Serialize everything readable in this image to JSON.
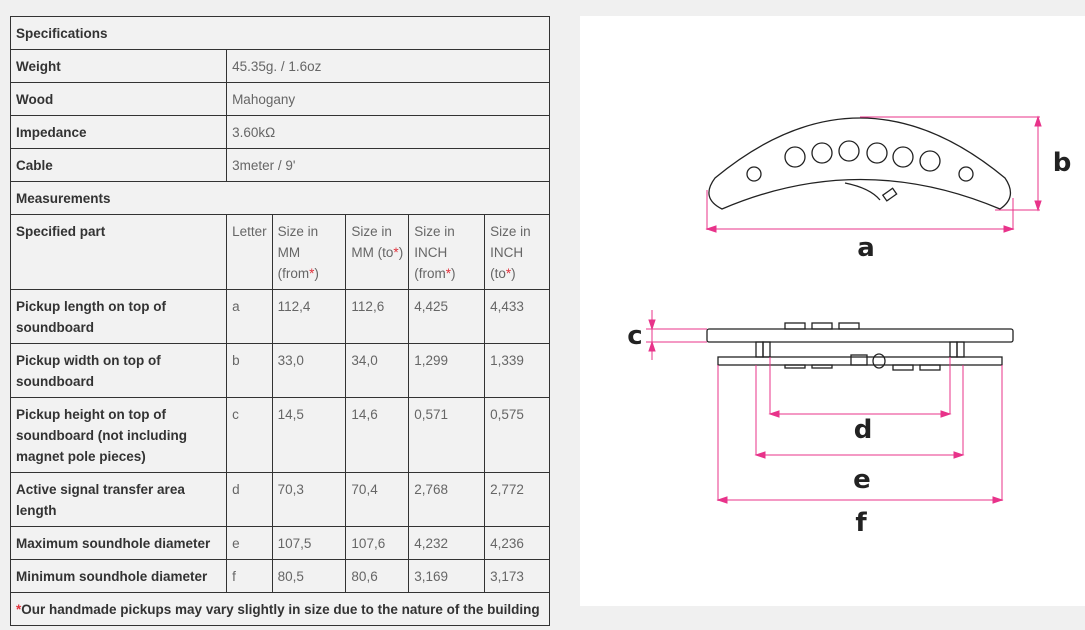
{
  "specs": {
    "title": "Specifications",
    "rows": [
      {
        "label": "Weight",
        "value": "45.35g. / 1.6oz"
      },
      {
        "label": "Wood",
        "value": "Mahogany"
      },
      {
        "label": "Impedance",
        "value": "3.60kΩ"
      },
      {
        "label": "Cable",
        "value": "3meter / 9'"
      }
    ]
  },
  "measurements": {
    "title": "Measurements",
    "headers": {
      "part": "Specified part",
      "letter": "Letter",
      "mm_from": "Size in MM (from",
      "mm_to": "Size in MM (to",
      "inch_from": "Size in INCH (from",
      "inch_to": "Size in INCH (to",
      "star": "*",
      "close": ")"
    },
    "rows": [
      {
        "part": "Pickup length on top of soundboard",
        "letter": "a",
        "mm_from": "112,4",
        "mm_to": "112,6",
        "inch_from": "4,425",
        "inch_to": "4,433"
      },
      {
        "part": "Pickup width on top of soundboard",
        "letter": "b",
        "mm_from": "33,0",
        "mm_to": "34,0",
        "inch_from": "1,299",
        "inch_to": "1,339"
      },
      {
        "part": "Pickup height on top of soundboard (not including magnet pole pieces)",
        "letter": "c",
        "mm_from": "14,5",
        "mm_to": "14,6",
        "inch_from": "0,571",
        "inch_to": "0,575"
      },
      {
        "part": "Active signal transfer area length",
        "letter": "d",
        "mm_from": "70,3",
        "mm_to": "70,4",
        "inch_from": "2,768",
        "inch_to": "2,772"
      },
      {
        "part": "Maximum soundhole diameter",
        "letter": "e",
        "mm_from": "107,5",
        "mm_to": "107,6",
        "inch_from": "4,232",
        "inch_to": "4,236"
      },
      {
        "part": "Minimum soundhole diameter",
        "letter": "f",
        "mm_from": "80,5",
        "mm_to": "80,6",
        "inch_from": "3,169",
        "inch_to": "3,173"
      }
    ],
    "footnote_star": "*",
    "footnote": "Our handmade pickups may vary slightly in size due to the nature of the building"
  },
  "diagram": {
    "labels": [
      "a",
      "b",
      "c",
      "d",
      "e",
      "f"
    ],
    "dimension_color": "#e8338a"
  }
}
